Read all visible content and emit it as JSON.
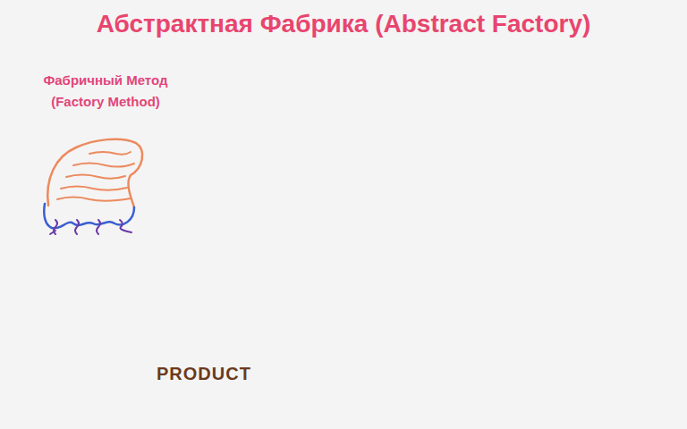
{
  "diagram": {
    "title": "Абстрактная Фабрика (Abstract Factory)",
    "labels": [
      "Фабричный Метод (Factory Method)",
      "PRODUCT"
    ]
  }
}
